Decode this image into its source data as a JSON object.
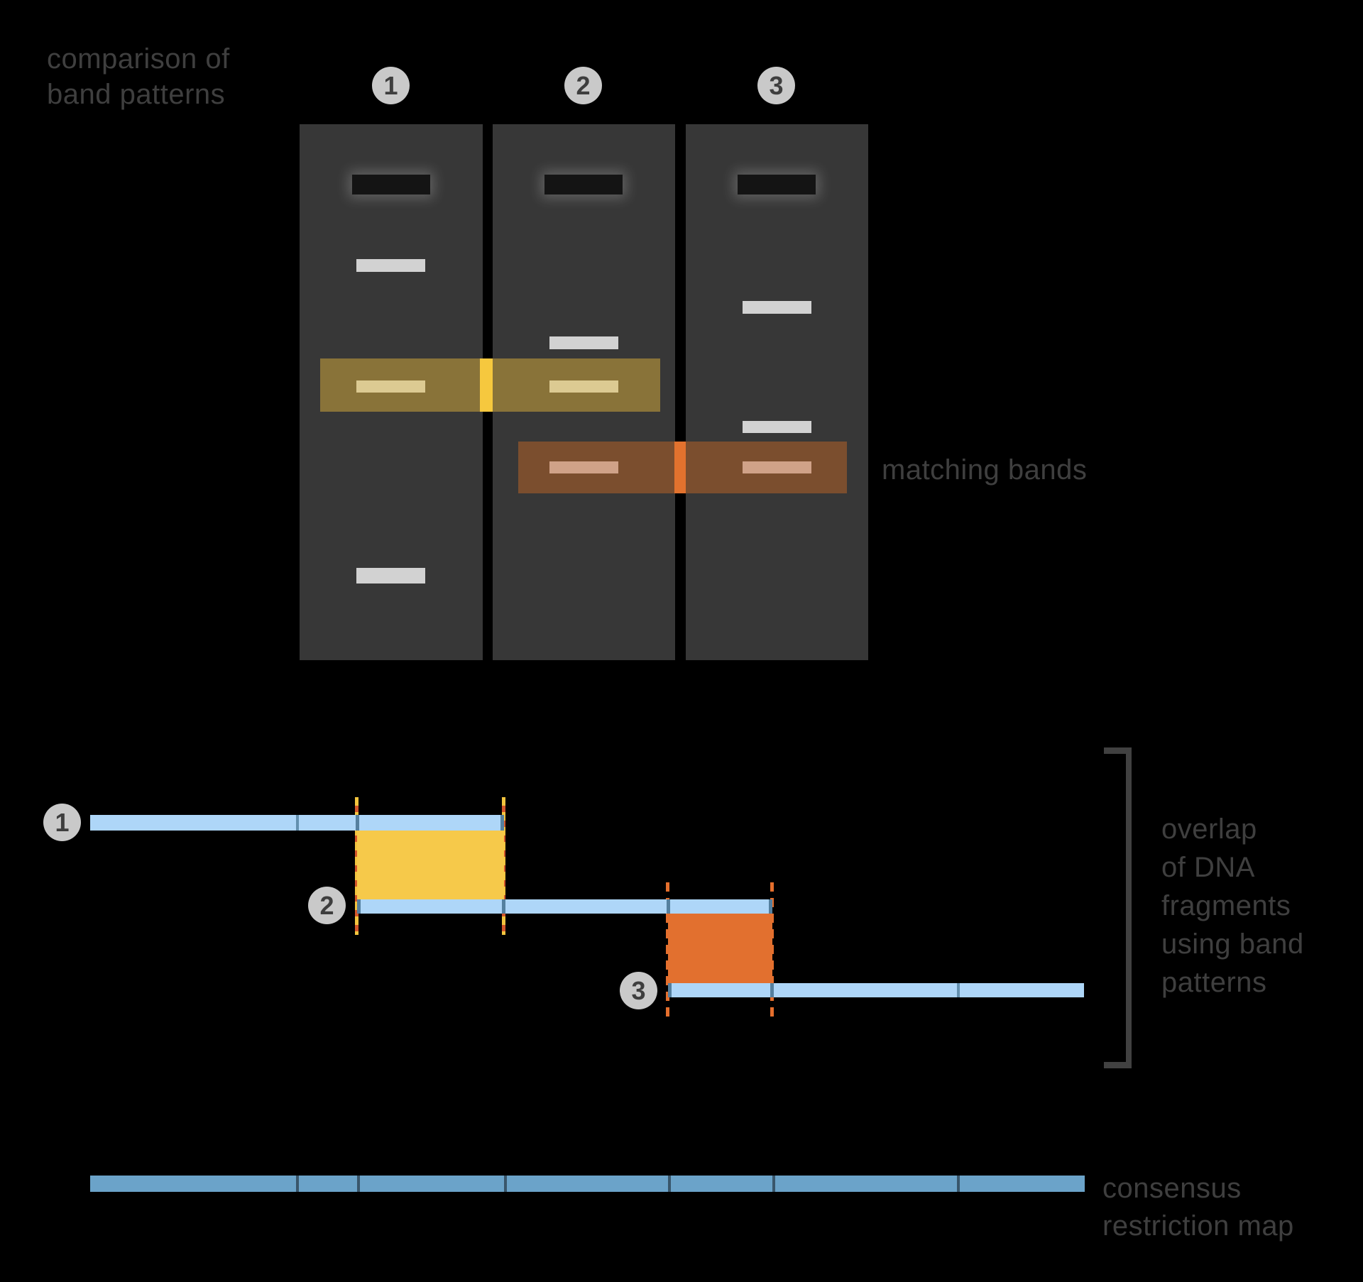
{
  "colors": {
    "background": "#000000",
    "lane_gray": "#373737",
    "caption_gray": "#3f3f3f",
    "circle_fill": "#c9c9c9",
    "white_band": "#d2d2d2",
    "olive_highlight": "#897339",
    "yellow_connector": "#f6c83e",
    "yellow_band": "#dcca92",
    "brown_highlight": "#7b4e2e",
    "orange_connector": "#e2722e",
    "salmon_band": "#d0a288",
    "fragment_blue": "#aed6f8",
    "overlap_yellow": "#f6c94a",
    "overlap_orange": "#e2702f",
    "consensus_blue": "#6ba3c9"
  },
  "gel": {
    "title_line1": "comparison of",
    "title_line2": "band patterns",
    "matching_label": "matching bands",
    "lanes": [
      {
        "label": "1",
        "bands": [
          "well",
          "white-band",
          "yellow-band-in-olive-highlight",
          "white-band-low"
        ]
      },
      {
        "label": "2",
        "bands": [
          "well",
          "white-band",
          "yellow-band-in-olive-highlight",
          "salmon-band-in-brown-highlight"
        ]
      },
      {
        "label": "3",
        "bands": [
          "well",
          "white-band",
          "white-band",
          "salmon-band-in-brown-highlight"
        ]
      }
    ],
    "matches": [
      {
        "lanes": "1-2",
        "highlight": "olive-yellow"
      },
      {
        "lanes": "2-3",
        "highlight": "brown-orange"
      }
    ]
  },
  "fragments": {
    "items": [
      {
        "label": "1"
      },
      {
        "label": "2"
      },
      {
        "label": "3"
      }
    ],
    "overlap_label_lines": [
      "overlap",
      "of DNA",
      "fragments",
      "using band",
      "patterns"
    ]
  },
  "consensus": {
    "label_line1": "consensus",
    "label_line2": "restriction map"
  }
}
